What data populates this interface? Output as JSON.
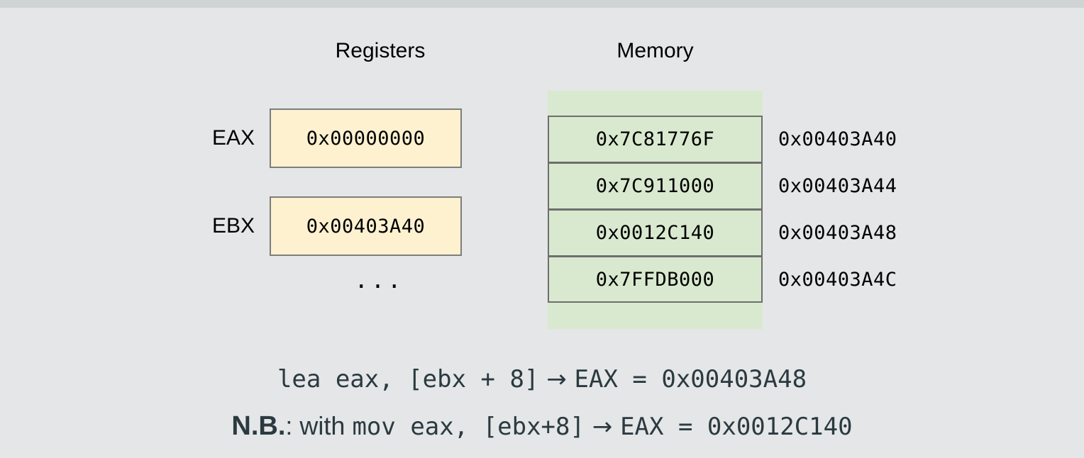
{
  "slide": {
    "headings": {
      "registers": "Registers",
      "memory": "Memory"
    },
    "registers": {
      "rows": [
        {
          "name": "EAX",
          "value": "0x00000000"
        },
        {
          "name": "EBX",
          "value": "0x00403A40"
        }
      ],
      "ellipsis": "..."
    },
    "memory": {
      "rows": [
        {
          "value": "0x7C81776F",
          "address": "0x00403A40"
        },
        {
          "value": "0x7C911000",
          "address": "0x00403A44"
        },
        {
          "value": "0x0012C140",
          "address": "0x00403A48"
        },
        {
          "value": "0x7FFDB000",
          "address": "0x00403A4C"
        }
      ]
    },
    "formula_lines": [
      {
        "segments": [
          {
            "text": "lea eax, [ebx + 8]",
            "style": "serifmono"
          },
          {
            "text": " → ",
            "style": "arrow"
          },
          {
            "text": "EAX = 0x00403A48",
            "style": "serifmono"
          }
        ]
      },
      {
        "segments": [
          {
            "text": "N.B.",
            "style": "sans-bold"
          },
          {
            "text": ": with ",
            "style": "sans-reg"
          },
          {
            "text": "mov eax, [ebx+8]",
            "style": "mono"
          },
          {
            "text": " → ",
            "style": "arrow"
          },
          {
            "text": "EAX = 0x0012C140",
            "style": "mono"
          }
        ]
      }
    ]
  },
  "colors": {
    "background": "#e4e6e7",
    "topbar": "#d0d4d5",
    "register_fill": "#fdf1d0",
    "register_border": "#7d7d7d",
    "memory_fill": "#d9e9cf",
    "memory_border": "#6e6e6e",
    "formula_text": "#2b3a40",
    "heading_text": "#000000"
  }
}
